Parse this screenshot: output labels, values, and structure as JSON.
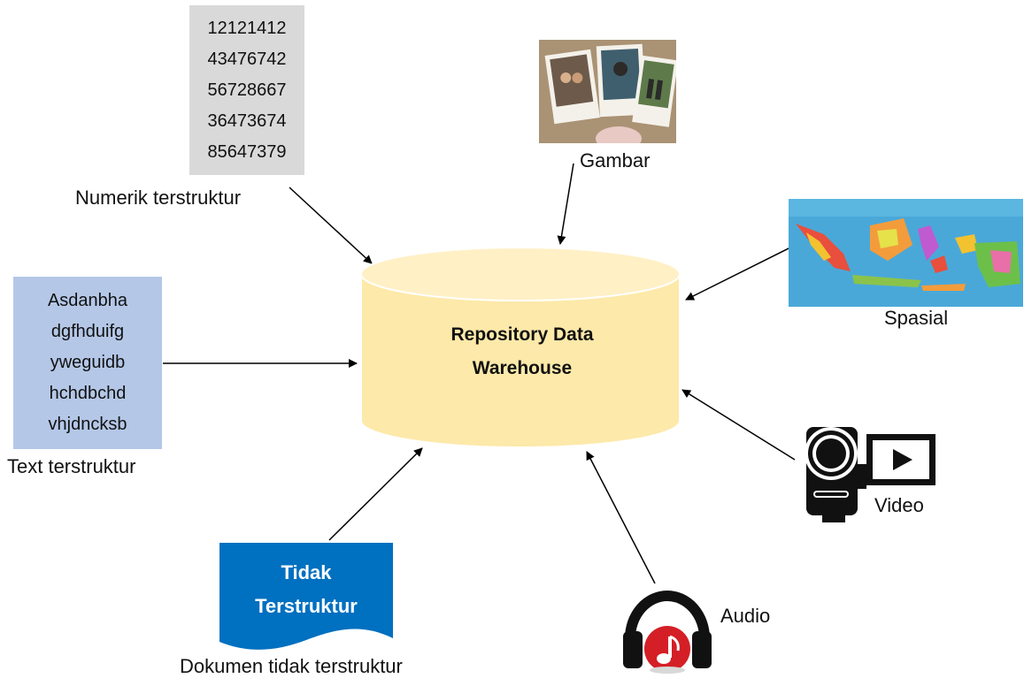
{
  "numeric_source": {
    "values": [
      "12121412",
      "43476742",
      "56728667",
      "36473674",
      "85647379"
    ],
    "label": "Numerik terstruktur"
  },
  "text_source": {
    "values": [
      "Asdanbha",
      "dgfhduifg",
      "yweguidb",
      "hchdbchd",
      "vhjdncksb"
    ],
    "label": "Text terstruktur"
  },
  "warehouse": {
    "title_line1": "Repository Data",
    "title_line2": "Warehouse",
    "color": "#fde9a9"
  },
  "document_source": {
    "title_line1": "Tidak",
    "title_line2": "Terstruktur",
    "label": "Dokumen tidak terstruktur",
    "color": "#0070c0"
  },
  "image_source": {
    "label": "Gambar",
    "icon": "polaroid-photos-icon"
  },
  "spatial_source": {
    "label": "Spasial",
    "icon": "indonesia-map-icon"
  },
  "video_source": {
    "label": "Video",
    "icon": "video-camera-icon"
  },
  "audio_source": {
    "label": "Audio",
    "icon": "headphones-music-icon"
  }
}
